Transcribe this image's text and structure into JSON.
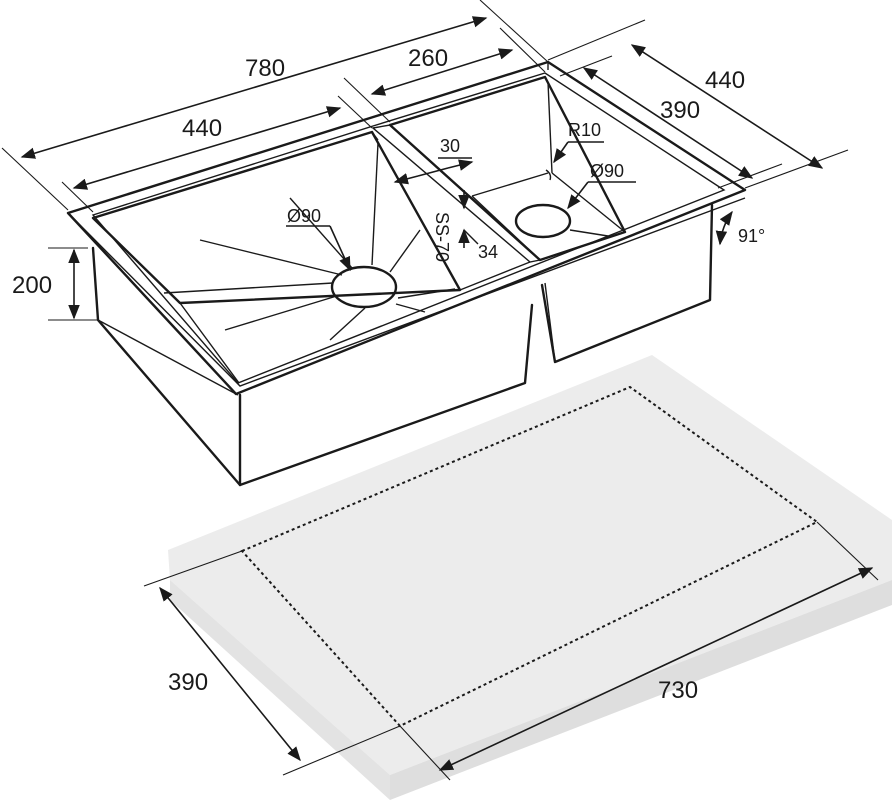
{
  "sink": {
    "overall_length": "780",
    "large_bowl_length": "440",
    "small_bowl_length": "260",
    "overall_width": "440",
    "bowl_width": "390",
    "depth": "200",
    "divider_width": "30",
    "divider_height": "34",
    "drain_large": "Ø90",
    "drain_small": "Ø90",
    "corner_radius": "R10",
    "edge_angle": "91°",
    "divider_mark": "SS-70"
  },
  "cutout": {
    "length": "730",
    "width": "390"
  },
  "colors": {
    "line": "#1a1a1a",
    "countertop": "#ececec",
    "countertop_side": "#e2e2e2"
  }
}
